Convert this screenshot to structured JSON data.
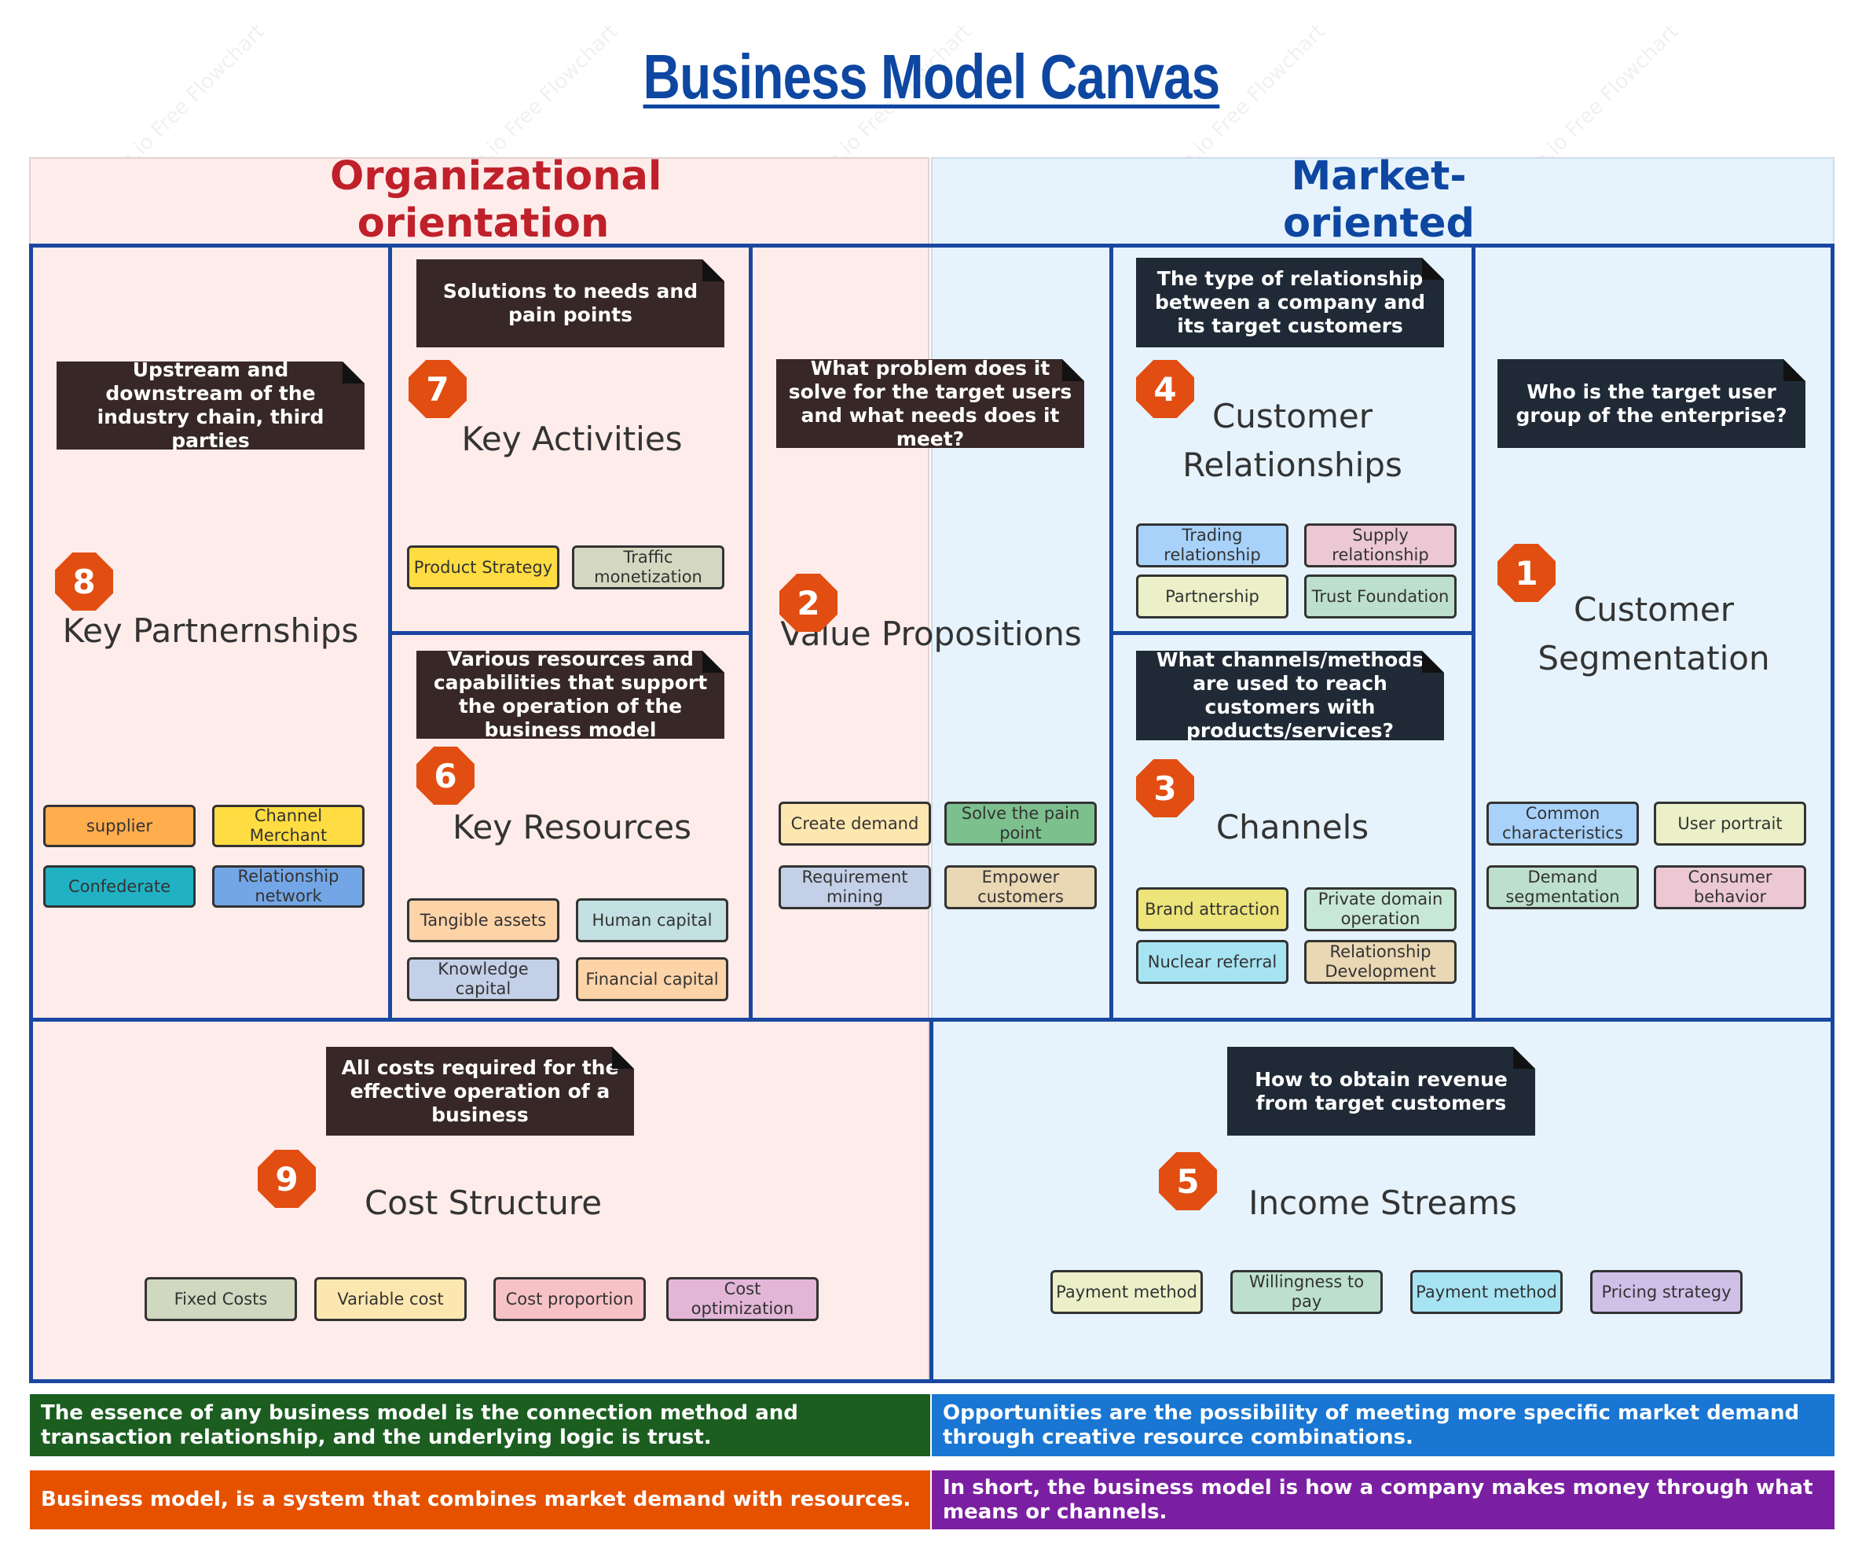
{
  "title": "Business Model Canvas",
  "sections": {
    "organizational": "Organizational orientation",
    "market": "Market-oriented"
  },
  "watermark": "ProcessOn.io Free Flowchart",
  "colors": {
    "title": "#0d47a1",
    "org_heading": "#c0202a",
    "market_heading": "#0d47a1",
    "org_background": "#fdecea",
    "market_background": "#e6f3fc",
    "block_border": "#1a47a0",
    "number_badge": "#e24d12",
    "note_background": "#372727"
  },
  "blocks": {
    "key_partnerships": {
      "number": "8",
      "label": "Key Partnernships",
      "note": "Upstream and downstream of the industry chain, third parties",
      "tags": [
        "supplier",
        "Channel Merchant",
        "Confederate",
        "Relationship network"
      ]
    },
    "key_activities": {
      "number": "7",
      "label": "Key Activities",
      "note": "Solutions to needs and pain points",
      "tags": [
        "Product Strategy",
        "Traffic monetization"
      ]
    },
    "key_resources": {
      "number": "6",
      "label": "Key Resources",
      "note": "Various resources and capabilities that support the operation of the business model",
      "tags": [
        "Tangible assets",
        "Human capital",
        "Knowledge capital",
        "Financial capital"
      ]
    },
    "value_propositions": {
      "number": "2",
      "label": "Value Propositions",
      "note": "What problem does it solve for the target users and what needs does it meet?",
      "tags": [
        "Create demand",
        "Solve the pain point",
        "Requirement mining",
        "Empower customers"
      ]
    },
    "customer_relationships": {
      "number": "4",
      "label": "Customer Relationships",
      "note": "The type of relationship between a company and its target customers",
      "tags": [
        "Trading relationship",
        "Supply relationship",
        "Partnership",
        "Trust Foundation"
      ]
    },
    "channels": {
      "number": "3",
      "label": "Channels",
      "note": "What channels/methods are used to reach customers with products/services?",
      "tags": [
        "Brand attraction",
        "Private domain operation",
        "Nuclear referral",
        "Relationship Development"
      ]
    },
    "customer_segmentation": {
      "number": "1",
      "label": "Customer Segmentation",
      "note": "Who is the target user group of the enterprise?",
      "tags": [
        "Common characteristics",
        "User portrait",
        "Demand segmentation",
        "Consumer behavior"
      ]
    },
    "cost_structure": {
      "number": "9",
      "label": "Cost Structure",
      "note": "All costs required for the effective operation of a business",
      "tags": [
        "Fixed Costs",
        "Variable cost",
        "Cost proportion",
        "Cost optimization"
      ]
    },
    "income_streams": {
      "number": "5",
      "label": "Income Streams",
      "note": "How to obtain revenue from target customers",
      "tags": [
        "Payment method",
        "Willingness to pay",
        "Payment method",
        "Pricing strategy"
      ]
    }
  },
  "footer": {
    "green": "The essence of any business model is the connection method and transaction relationship, and the underlying logic is trust.",
    "blue": "Opportunities are the possibility of meeting more specific market demand through creative resource combinations.",
    "orange": "Business model, is a system that combines market demand with resources.",
    "purple": "In short, the business model is how a company makes money through what means or channels."
  }
}
